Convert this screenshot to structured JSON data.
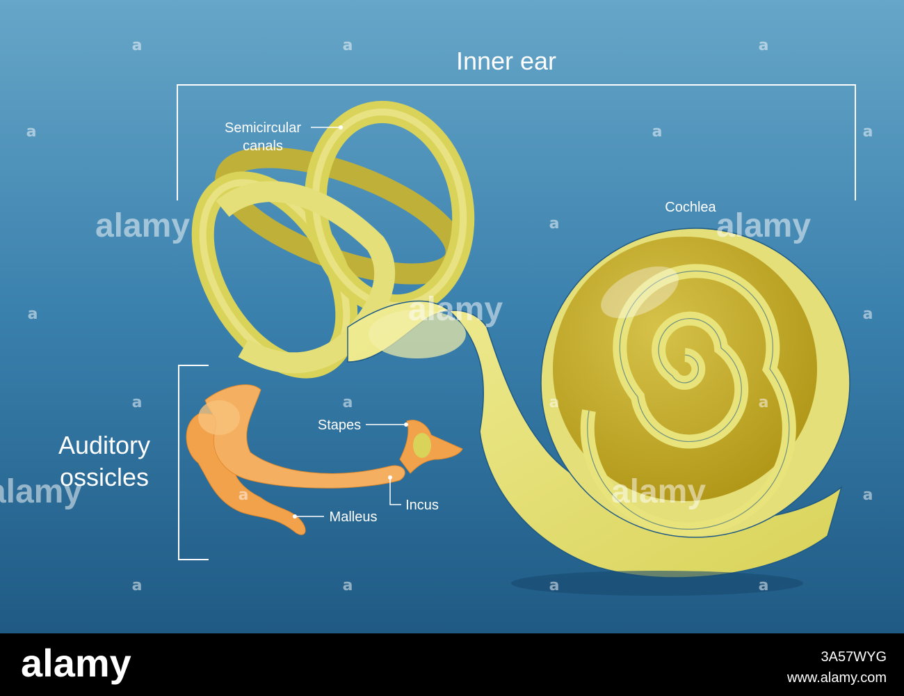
{
  "labels": {
    "inner_ear": "Inner ear",
    "semicircular_1": "Semicircular",
    "semicircular_2": "canals",
    "cochlea": "Cochlea",
    "auditory_1": "Auditory",
    "auditory_2": "ossicles",
    "stapes": "Stapes",
    "incus": "Incus",
    "malleus": "Malleus"
  },
  "footer": {
    "brand": "alamy",
    "image_id": "3A57WYG",
    "url": "www.alamy.com"
  },
  "watermark": {
    "text": "alamy",
    "mark": "a"
  },
  "colors": {
    "background_top": "#66a6c8",
    "background_bottom": "#1f5a84",
    "footer": "#000000",
    "inner_ear_light": "#e8e37a",
    "inner_ear_mid": "#d9d35a",
    "inner_ear_dark": "#b59c16",
    "ossicle": "#f2a24a",
    "ossicle_dark": "#e48a2a",
    "label": "#ffffff"
  }
}
